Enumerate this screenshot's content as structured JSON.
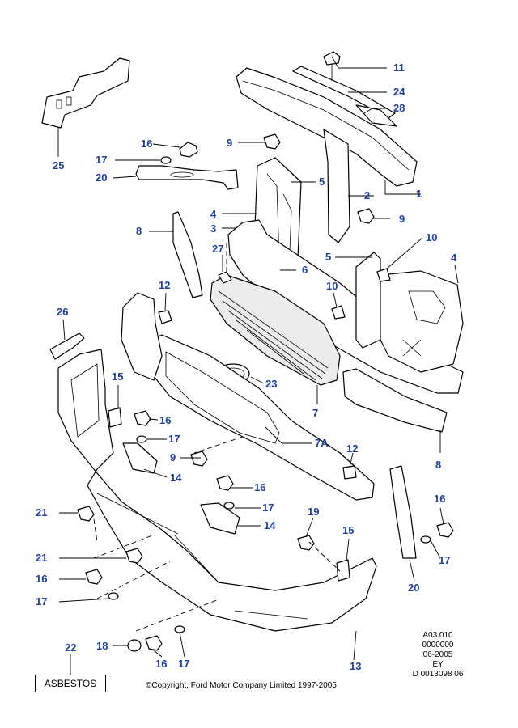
{
  "callouts": [
    {
      "label": "1"
    },
    {
      "label": "2"
    },
    {
      "label": "3"
    },
    {
      "label": "4"
    },
    {
      "label": "4"
    },
    {
      "label": "5"
    },
    {
      "label": "5"
    },
    {
      "label": "6"
    },
    {
      "label": "7"
    },
    {
      "label": "7A"
    },
    {
      "label": "8"
    },
    {
      "label": "8"
    },
    {
      "label": "9"
    },
    {
      "label": "9"
    },
    {
      "label": "9"
    },
    {
      "label": "10"
    },
    {
      "label": "10"
    },
    {
      "label": "11"
    },
    {
      "label": "12"
    },
    {
      "label": "12"
    },
    {
      "label": "13"
    },
    {
      "label": "14"
    },
    {
      "label": "14"
    },
    {
      "label": "15"
    },
    {
      "label": "15"
    },
    {
      "label": "16"
    },
    {
      "label": "16"
    },
    {
      "label": "16"
    },
    {
      "label": "16"
    },
    {
      "label": "16"
    },
    {
      "label": "16"
    },
    {
      "label": "17"
    },
    {
      "label": "17"
    },
    {
      "label": "17"
    },
    {
      "label": "17"
    },
    {
      "label": "17"
    },
    {
      "label": "17"
    },
    {
      "label": "18"
    },
    {
      "label": "19"
    },
    {
      "label": "20"
    },
    {
      "label": "20"
    },
    {
      "label": "21"
    },
    {
      "label": "21"
    },
    {
      "label": "22"
    },
    {
      "label": "23"
    },
    {
      "label": "24"
    },
    {
      "label": "25"
    },
    {
      "label": "26"
    },
    {
      "label": "27"
    },
    {
      "label": "28"
    }
  ],
  "asbestos_label": "ASBESTOS",
  "copyright": "©Copyright, Ford Motor Company Limited 1997-2005",
  "reference": {
    "line1": "A03.010",
    "line2": "0000000",
    "line3": "06-2005",
    "line4": "EY",
    "line5": "D 0013098 06"
  },
  "colors": {
    "callout": "#1f3f9c",
    "line": "#000000"
  }
}
